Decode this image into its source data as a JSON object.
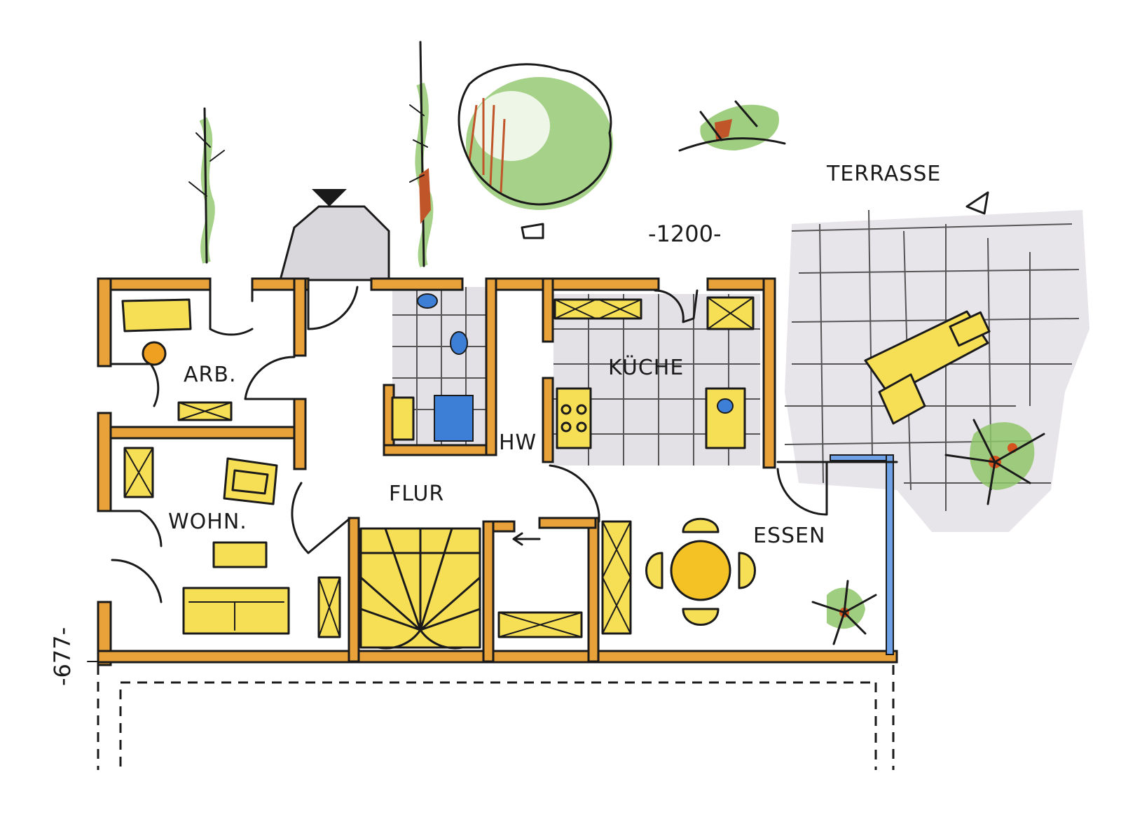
{
  "plan": {
    "rooms": {
      "arb": "ARB.",
      "wohn": "WOHN.",
      "flur": "FLUR",
      "kueche": "KÜCHE",
      "essen": "ESSEN",
      "terrasse": "TERRASSE",
      "hw": "HW"
    },
    "dimensions": {
      "width": "-1200-",
      "depth": "-677-"
    }
  }
}
